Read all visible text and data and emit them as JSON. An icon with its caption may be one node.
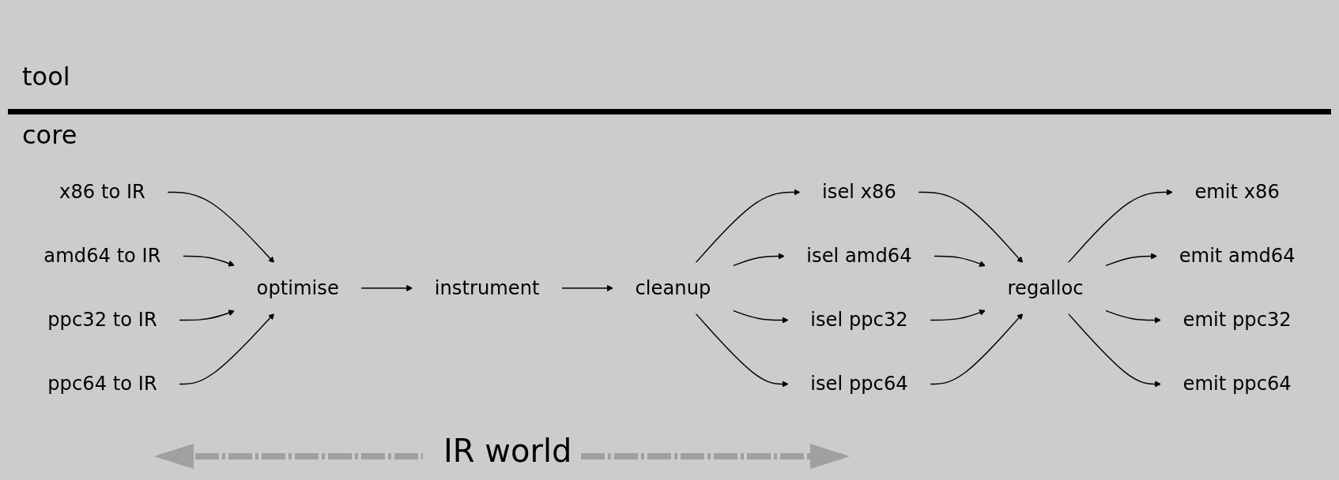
{
  "diagram": {
    "nodes": [
      {
        "text": [
          "instrument"
        ]
      },
      {
        "text": [
          "x86 to IR"
        ]
      },
      {
        "text": [
          "amd64 to IR"
        ]
      },
      {
        "text": [
          "ppc32 to IR"
        ]
      },
      {
        "text": [
          "ppc64 to IR"
        ]
      },
      {
        "text": [
          "optimise"
        ]
      },
      {
        "text": [
          "cleanup"
        ]
      },
      {
        "text": [
          "isel x86"
        ]
      },
      {
        "text": [
          "isel amd64"
        ]
      },
      {
        "text": [
          "isel ppc32"
        ]
      },
      {
        "text": [
          "isel ppc64"
        ]
      },
      {
        "text": [
          "regalloc"
        ]
      },
      {
        "text": [
          "emit x86"
        ]
      },
      {
        "text": [
          "emit amd64"
        ]
      },
      {
        "text": [
          "emit ppc32"
        ]
      },
      {
        "text": [
          "emit ppc64"
        ]
      }
    ],
    "edges": [
      {
        "from": 1,
        "to": 5,
        "arrow": "to"
      },
      {
        "from": 2,
        "to": 5,
        "arrow": "to"
      },
      {
        "from": 3,
        "to": 5,
        "arrow": "to"
      },
      {
        "from": 4,
        "to": 5,
        "arrow": "to"
      },
      {
        "from": 5,
        "to": 0,
        "arrow": "to"
      },
      {
        "from": 0,
        "to": 6,
        "arrow": "to"
      },
      {
        "from": 6,
        "to": 7,
        "arrow": "to"
      },
      {
        "from": 6,
        "to": 8,
        "arrow": "to"
      },
      {
        "from": 6,
        "to": 9,
        "arrow": "to"
      },
      {
        "from": 6,
        "to": 10,
        "arrow": "to"
      },
      {
        "from": 7,
        "to": 11,
        "arrow": "to"
      },
      {
        "from": 8,
        "to": 11,
        "arrow": "to"
      },
      {
        "from": 9,
        "to": 11,
        "arrow": "to"
      },
      {
        "from": 10,
        "to": 11,
        "arrow": "to"
      },
      {
        "from": 11,
        "to": 12,
        "arrow": "to"
      },
      {
        "from": 11,
        "to": 13,
        "arrow": "to"
      },
      {
        "from": 11,
        "to": 14,
        "arrow": "to"
      },
      {
        "from": 11,
        "to": 15,
        "arrow": "to"
      }
    ],
    "labels": [
      "tool",
      "core",
      "IR world"
    ]
  }
}
